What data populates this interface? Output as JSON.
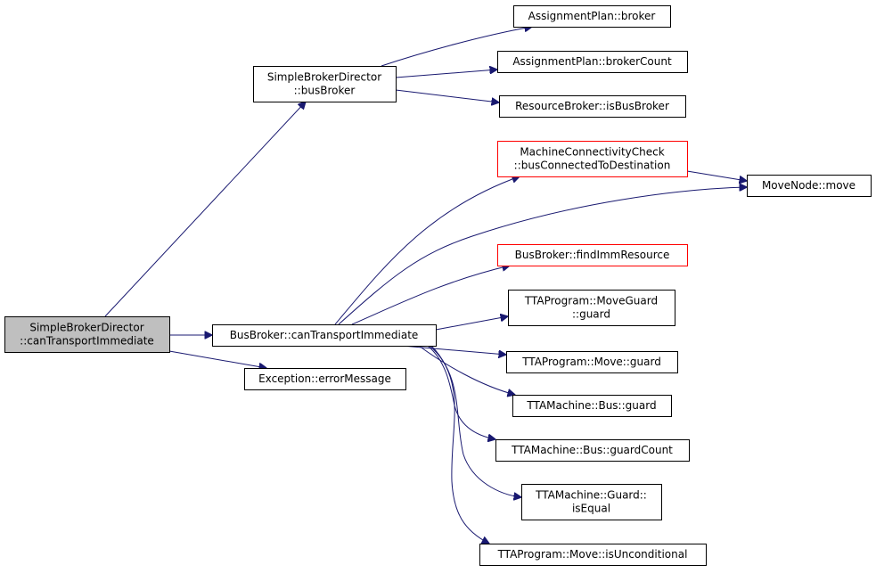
{
  "diagram": {
    "colors": {
      "edge": "#191970",
      "root_fill": "#bfbfbf",
      "node_fill": "#ffffff",
      "node_border": "#000000",
      "truncated_border": "#ff0000",
      "text": "#000000"
    },
    "nodes": [
      {
        "id": "sbd_canTransportImmediate",
        "lines": [
          "SimpleBrokerDirector",
          "::canTransportImmediate"
        ],
        "style": "root"
      },
      {
        "id": "sbd_busBroker",
        "lines": [
          "SimpleBrokerDirector",
          "::busBroker"
        ],
        "style": "normal"
      },
      {
        "id": "bb_canTransportImmediate",
        "lines": [
          "BusBroker::canTransportImmediate"
        ],
        "style": "normal"
      },
      {
        "id": "exc_errorMessage",
        "lines": [
          "Exception::errorMessage"
        ],
        "style": "normal"
      },
      {
        "id": "ap_broker",
        "lines": [
          "AssignmentPlan::broker"
        ],
        "style": "normal"
      },
      {
        "id": "ap_brokerCount",
        "lines": [
          "AssignmentPlan::brokerCount"
        ],
        "style": "normal"
      },
      {
        "id": "rb_isBusBroker",
        "lines": [
          "ResourceBroker::isBusBroker"
        ],
        "style": "normal"
      },
      {
        "id": "mcc_busConnected",
        "lines": [
          "MachineConnectivityCheck",
          "::busConnectedToDestination"
        ],
        "style": "truncated"
      },
      {
        "id": "mn_move",
        "lines": [
          "MoveNode::move"
        ],
        "style": "normal"
      },
      {
        "id": "bb_findImmResource",
        "lines": [
          "BusBroker::findImmResource"
        ],
        "style": "truncated"
      },
      {
        "id": "ttap_moveguard_guard",
        "lines": [
          "TTAProgram::MoveGuard",
          "::guard"
        ],
        "style": "normal"
      },
      {
        "id": "ttap_move_guard",
        "lines": [
          "TTAProgram::Move::guard"
        ],
        "style": "normal"
      },
      {
        "id": "ttam_bus_guard",
        "lines": [
          "TTAMachine::Bus::guard"
        ],
        "style": "normal"
      },
      {
        "id": "ttam_bus_guardCount",
        "lines": [
          "TTAMachine::Bus::guardCount"
        ],
        "style": "normal"
      },
      {
        "id": "ttam_guard_isEqual",
        "lines": [
          "TTAMachine::Guard::",
          "isEqual"
        ],
        "style": "normal"
      },
      {
        "id": "ttap_move_isUnconditional",
        "lines": [
          "TTAProgram::Move::isUnconditional"
        ],
        "style": "normal"
      }
    ],
    "edges": [
      {
        "from": "sbd_canTransportImmediate",
        "to": "sbd_busBroker"
      },
      {
        "from": "sbd_canTransportImmediate",
        "to": "bb_canTransportImmediate"
      },
      {
        "from": "sbd_canTransportImmediate",
        "to": "exc_errorMessage"
      },
      {
        "from": "sbd_busBroker",
        "to": "ap_broker"
      },
      {
        "from": "sbd_busBroker",
        "to": "ap_brokerCount"
      },
      {
        "from": "sbd_busBroker",
        "to": "rb_isBusBroker"
      },
      {
        "from": "bb_canTransportImmediate",
        "to": "mcc_busConnected"
      },
      {
        "from": "bb_canTransportImmediate",
        "to": "mn_move"
      },
      {
        "from": "bb_canTransportImmediate",
        "to": "bb_findImmResource"
      },
      {
        "from": "bb_canTransportImmediate",
        "to": "ttap_moveguard_guard"
      },
      {
        "from": "bb_canTransportImmediate",
        "to": "ttap_move_guard"
      },
      {
        "from": "bb_canTransportImmediate",
        "to": "ttam_bus_guard"
      },
      {
        "from": "bb_canTransportImmediate",
        "to": "ttam_bus_guardCount"
      },
      {
        "from": "bb_canTransportImmediate",
        "to": "ttam_guard_isEqual"
      },
      {
        "from": "bb_canTransportImmediate",
        "to": "ttap_move_isUnconditional"
      },
      {
        "from": "mcc_busConnected",
        "to": "mn_move"
      }
    ]
  }
}
